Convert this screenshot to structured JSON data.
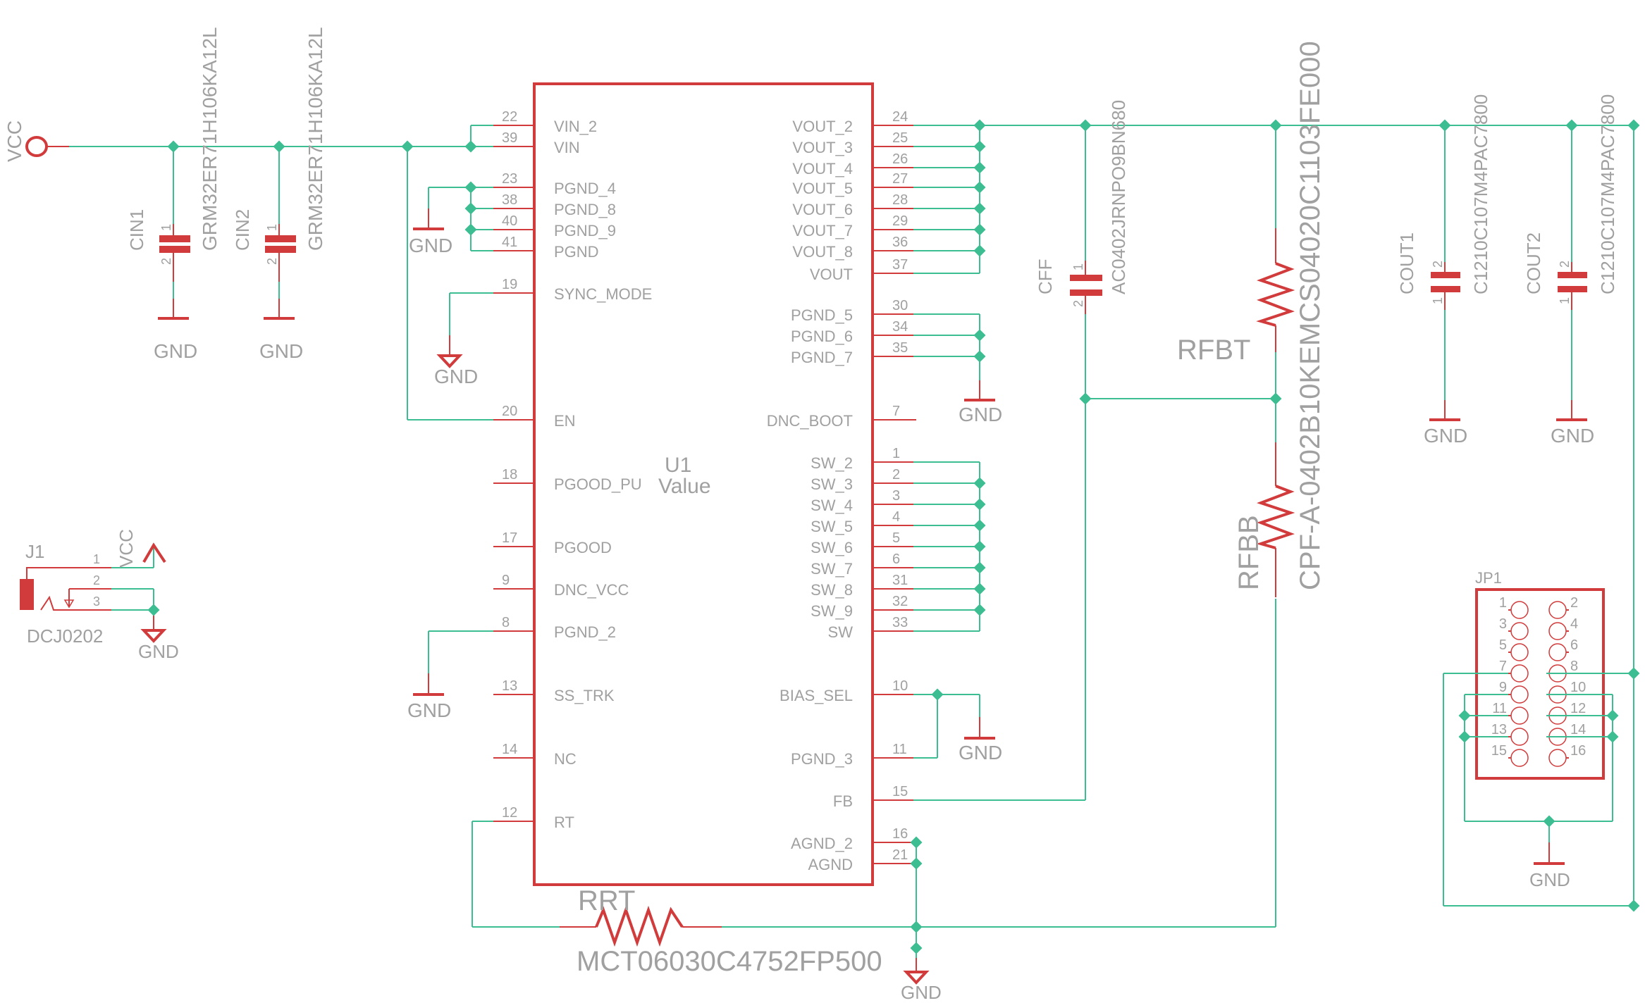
{
  "schematic": {
    "colors": {
      "wire": "#3dbd92",
      "component": "#d13b3b",
      "label": "#a0a0a0",
      "background": "#ffffff"
    },
    "vcc_port": {
      "label": "VCC"
    },
    "cin1": {
      "name": "CIN1",
      "value": "GRM32ER71H106KA12L",
      "pin1": "1",
      "pin2": "2",
      "gnd": "GND"
    },
    "cin2": {
      "name": "CIN2",
      "value": "GRM32ER71H106KA12L",
      "pin1": "1",
      "pin2": "2",
      "gnd": "GND"
    },
    "u1": {
      "name": "U1",
      "value": "Value",
      "left_pins": [
        {
          "num": "22",
          "name": "VIN_2"
        },
        {
          "num": "39",
          "name": "VIN"
        },
        {
          "num": "23",
          "name": "PGND_4"
        },
        {
          "num": "38",
          "name": "PGND_8"
        },
        {
          "num": "40",
          "name": "PGND_9"
        },
        {
          "num": "41",
          "name": "PGND"
        },
        {
          "num": "19",
          "name": "SYNC_MODE"
        },
        {
          "num": "20",
          "name": "EN"
        },
        {
          "num": "18",
          "name": "PGOOD_PU"
        },
        {
          "num": "17",
          "name": "PGOOD"
        },
        {
          "num": "9",
          "name": "DNC_VCC"
        },
        {
          "num": "8",
          "name": "PGND_2"
        },
        {
          "num": "13",
          "name": "SS_TRK"
        },
        {
          "num": "14",
          "name": "NC"
        },
        {
          "num": "12",
          "name": "RT"
        }
      ],
      "right_pins": [
        {
          "num": "24",
          "name": "VOUT_2"
        },
        {
          "num": "25",
          "name": "VOUT_3"
        },
        {
          "num": "26",
          "name": "VOUT_4"
        },
        {
          "num": "27",
          "name": "VOUT_5"
        },
        {
          "num": "28",
          "name": "VOUT_6"
        },
        {
          "num": "29",
          "name": "VOUT_7"
        },
        {
          "num": "36",
          "name": "VOUT_8"
        },
        {
          "num": "37",
          "name": "VOUT"
        },
        {
          "num": "30",
          "name": "PGND_5"
        },
        {
          "num": "34",
          "name": "PGND_6"
        },
        {
          "num": "35",
          "name": "PGND_7"
        },
        {
          "num": "7",
          "name": "DNC_BOOT"
        },
        {
          "num": "1",
          "name": "SW_2"
        },
        {
          "num": "2",
          "name": "SW_3"
        },
        {
          "num": "3",
          "name": "SW_4"
        },
        {
          "num": "4",
          "name": "SW_5"
        },
        {
          "num": "5",
          "name": "SW_6"
        },
        {
          "num": "6",
          "name": "SW_7"
        },
        {
          "num": "31",
          "name": "SW_8"
        },
        {
          "num": "32",
          "name": "SW_9"
        },
        {
          "num": "33",
          "name": "SW"
        },
        {
          "num": "10",
          "name": "BIAS_SEL"
        },
        {
          "num": "11",
          "name": "PGND_3"
        },
        {
          "num": "15",
          "name": "FB"
        },
        {
          "num": "16",
          "name": "AGND_2"
        },
        {
          "num": "21",
          "name": "AGND"
        }
      ]
    },
    "gnd_labels": {
      "pgnd_left": "GND",
      "sync": "GND",
      "pgnd2": "GND",
      "pgnd_right": "GND",
      "bias": "GND",
      "agnd": "GND",
      "cout1": "GND",
      "cout2": "GND",
      "jp1": "GND",
      "j1": "GND"
    },
    "cff": {
      "name": "CFF",
      "value": "AC0402JRNPO9BN680",
      "pin1": "1",
      "pin2": "2"
    },
    "rfbt": {
      "name": "RFBT",
      "value": "CPF-A-0402B10KEMCS04020C1103FE000"
    },
    "rfbb": {
      "name": "RFBB"
    },
    "cout1": {
      "name": "COUT1",
      "value": "C1210C107M4PAC7800",
      "pin1": "1",
      "pin2": "2"
    },
    "cout2": {
      "name": "COUT2",
      "value": "C1210C107M4PAC7800",
      "pin1": "1",
      "pin2": "2"
    },
    "rrt": {
      "name": "RRT",
      "value": "MCT06030C4752FP500"
    },
    "j1": {
      "name": "J1",
      "value": "DCJ0202",
      "pins": [
        "1",
        "2",
        "3"
      ],
      "vcc": "VCC"
    },
    "jp1": {
      "name": "JP1",
      "pins": [
        "1",
        "2",
        "3",
        "4",
        "5",
        "6",
        "7",
        "8",
        "9",
        "10",
        "11",
        "12",
        "13",
        "14",
        "15",
        "16"
      ]
    }
  }
}
